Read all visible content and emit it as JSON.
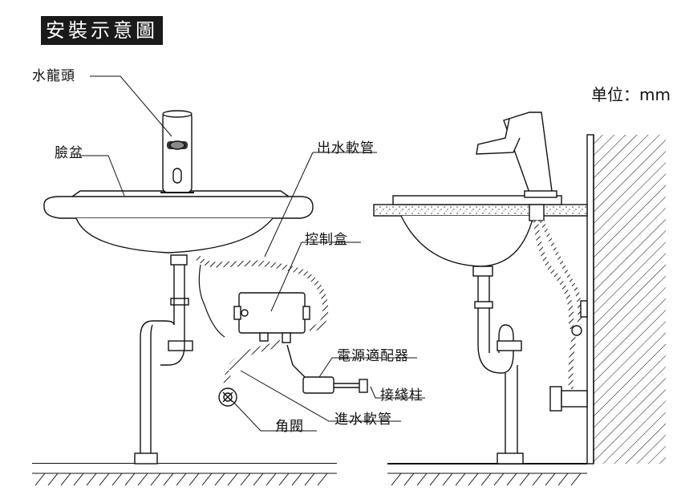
{
  "title": "安裝示意圖",
  "unit": "单位：mm",
  "labels": {
    "faucet": "水龍頭",
    "basin": "臉盆",
    "outlet_hose": "出水軟管",
    "control_box": "控制盒",
    "power_adapter": "電源適配器",
    "terminal": "接綫柱",
    "inlet_hose": "進水軟管",
    "angle_valve": "角閥"
  }
}
